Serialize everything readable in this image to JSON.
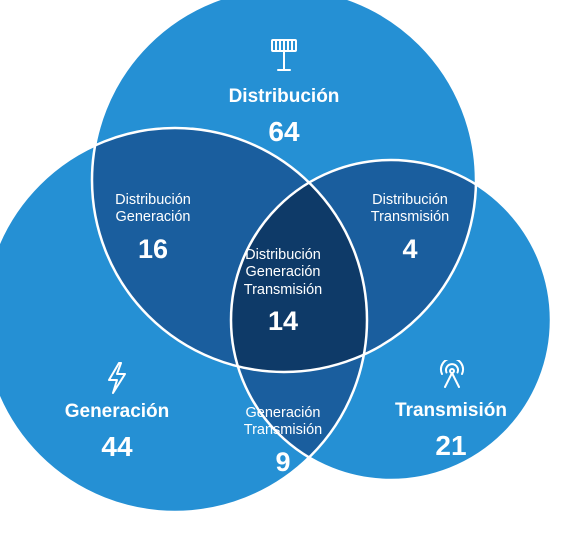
{
  "colors": {
    "single": "#2590d4",
    "pair": "#1a5e9e",
    "triple": "#0e3a68",
    "text": "#ffffff",
    "stroke": "#ffffff"
  },
  "icons": {
    "distribucion": "power-pylon-icon",
    "generacion": "lightning-bolt-icon",
    "transmision": "antenna-icon"
  },
  "regions": {
    "distribucion": {
      "labels": [
        "Distribución"
      ],
      "value": "64"
    },
    "generacion": {
      "labels": [
        "Generación"
      ],
      "value": "44"
    },
    "transmision": {
      "labels": [
        "Transmisión"
      ],
      "value": "21"
    },
    "dist_gen": {
      "labels": [
        "Distribución",
        "Generación"
      ],
      "value": "16"
    },
    "dist_trans": {
      "labels": [
        "Distribución",
        "Transmisión"
      ],
      "value": "4"
    },
    "gen_trans": {
      "labels": [
        "Generación",
        "Transmisión"
      ],
      "value": "9"
    },
    "all": {
      "labels": [
        "Distribución",
        "Generación",
        "Transmisión"
      ],
      "value": "14"
    }
  }
}
